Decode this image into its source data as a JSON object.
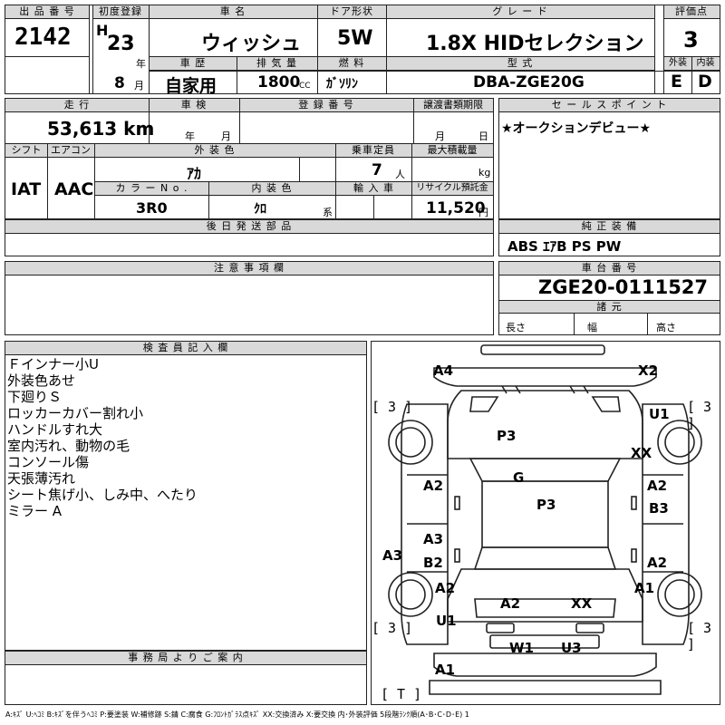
{
  "top": {
    "lot_no_label": "出 品 番 号",
    "lot_no": "2142",
    "first_reg_label": "初度登録",
    "era": "H",
    "year_num": "23",
    "year_unit": "年",
    "month_num": "8",
    "month_unit": "月",
    "model_label": "車 名",
    "model": "ウィッシュ",
    "doors_label": "ドア形状",
    "doors": "5W",
    "grade_label": "グ レ ー ド",
    "grade": "1.8X HIDセレクション",
    "score_label": "評価点",
    "score": "3",
    "history_label": "車 歴",
    "history": "自家用",
    "cc_label": "排 気 量",
    "cc": "1800",
    "cc_unit": "CC",
    "fuel_label": "燃 料",
    "fuel": "ｶﾞｿﾘﾝ",
    "type_label": "型 式",
    "type": "DBA-ZGE20G",
    "ext_label": "外装",
    "ext": "E",
    "int_label": "内装",
    "int": "D"
  },
  "mid": {
    "mileage_label": "走 行",
    "mileage": "53,613 km",
    "inspection_label": "車 検",
    "ins_year": "年",
    "ins_month": "月",
    "regno_label": "登 録 番 号",
    "transfer_label": "譲渡書類期限",
    "tr_month": "月",
    "tr_day": "日",
    "shift_label": "シフト",
    "shift": "IAT",
    "ac_label": "エアコン",
    "ac": "AAC",
    "color_label": "外 装 色",
    "color": "ｱｶ",
    "capacity_label": "乗車定員",
    "capacity": "7",
    "capacity_unit": "人",
    "load_label": "最大積載量",
    "load_unit": "kg",
    "colorno_label": "カ ラ ー N o .",
    "colorno": "3R0",
    "intcolor_label": "内 装 色",
    "intcolor": "ｸﾛ",
    "intcolor_unit": "系",
    "import_label": "輸 入 車",
    "recycle_label": "リサイクル預託金",
    "recycle": "11,520",
    "recycle_unit": "円",
    "later_label": "後 日 発 送 部 品"
  },
  "sales": {
    "label": "セ ー ル ス ポ イ ン ト",
    "text": "★オークションデビュー★"
  },
  "equip": {
    "label": "純 正 装 備",
    "text": "ABS ｴｱB PS PW"
  },
  "caution": {
    "label": "注 意 事 項 欄"
  },
  "chassis": {
    "label": "車 台 番 号",
    "value": "ZGE20-0111527"
  },
  "dims": {
    "label": "諸 元",
    "length": "長さ",
    "width": "幅",
    "height": "高さ"
  },
  "inspector": {
    "label": "検 査 員 記 入 欄",
    "lines": [
      "Ｆインナー小U",
      "外装色あせ",
      "下廻りＳ",
      "ロッカーカバー割れ小",
      "ハンドルすれ大",
      "室内汚れ、動物の毛",
      "コンソール傷",
      "天張薄汚れ",
      "シート焦げ小、しみ中、へたり",
      "ミラー A"
    ]
  },
  "office": {
    "label": "事 務 局 よ り ご 案 内"
  },
  "diagram": {
    "marks": {
      "a4": "A4",
      "x2": "X2",
      "u1_tr": "U1",
      "p3_top": "P3",
      "xx_r": "XX",
      "g": "G",
      "a2_l1": "A2",
      "a2_r1": "A2",
      "p3_mid": "P3",
      "b3": "B3",
      "a3_l": "A3",
      "a3_c": "A3",
      "b2": "B2",
      "a2_r2": "A2",
      "a2_l2": "A2",
      "a1_r": "A1",
      "a2_b": "A2",
      "xx_b": "XX",
      "u1_bl": "U1",
      "w1": "W1",
      "u3": "U3",
      "a1_bl": "A1"
    },
    "brackets": {
      "tl": "[ 3 ]",
      "tr": "[ 3 ]",
      "bl": "[ 3 ]",
      "br": "[ 3 ]",
      "t": "[ T ]"
    }
  },
  "legend": "A:ｷｽﾞ U:ﾍｺﾐ B:ｷｽﾞを伴うﾍｺﾐ P:要塗装 W:補修跡 S:錆 C:腐食 G:ﾌﾛﾝﾄｶﾞﾗｽ点ｷｽﾞ XX:交換済み X:要交換 内･外装評価 5段階ﾗﾝｸ順(A･B･C･D･E) 1"
}
